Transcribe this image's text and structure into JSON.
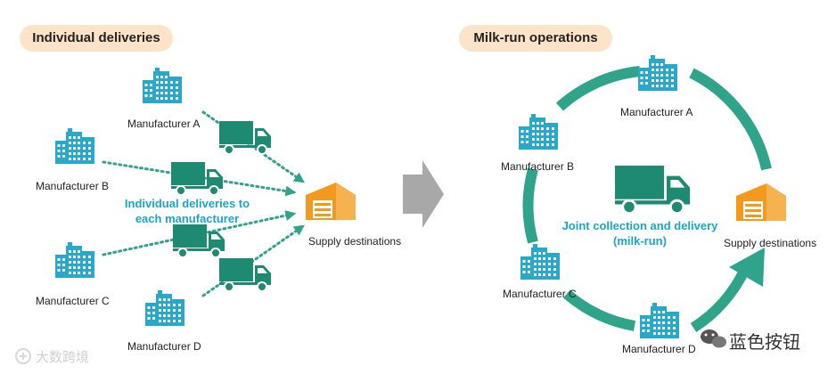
{
  "left": {
    "heading": "Individual deliveries",
    "manufacturers": [
      "Manufacturer A",
      "Manufacturer B",
      "Manufacturer C",
      "Manufacturer D"
    ],
    "note_line1": "Individual deliveries to",
    "note_line2": "each manufacturer",
    "destination": "Supply destinations"
  },
  "right": {
    "heading": "Milk-run operations",
    "manufacturers": [
      "Manufacturer A",
      "Manufacturer B",
      "Manufacturer C",
      "Manufacturer D"
    ],
    "note_line1": "Joint collection and delivery",
    "note_line2": "(milk-run)",
    "destination": "Supply destinations"
  },
  "watermarks": {
    "bottom_left": "大数跨境",
    "bottom_right": "蓝色按钮"
  },
  "colors": {
    "teal": "#1e8a72",
    "teal_light": "#2fa48a",
    "building": "#29a9c9",
    "orange": "#f39a1e",
    "heading_bg": "#fde3c8",
    "note_text": "#18a7c8",
    "arrow_gray": "#a8a8a8"
  }
}
